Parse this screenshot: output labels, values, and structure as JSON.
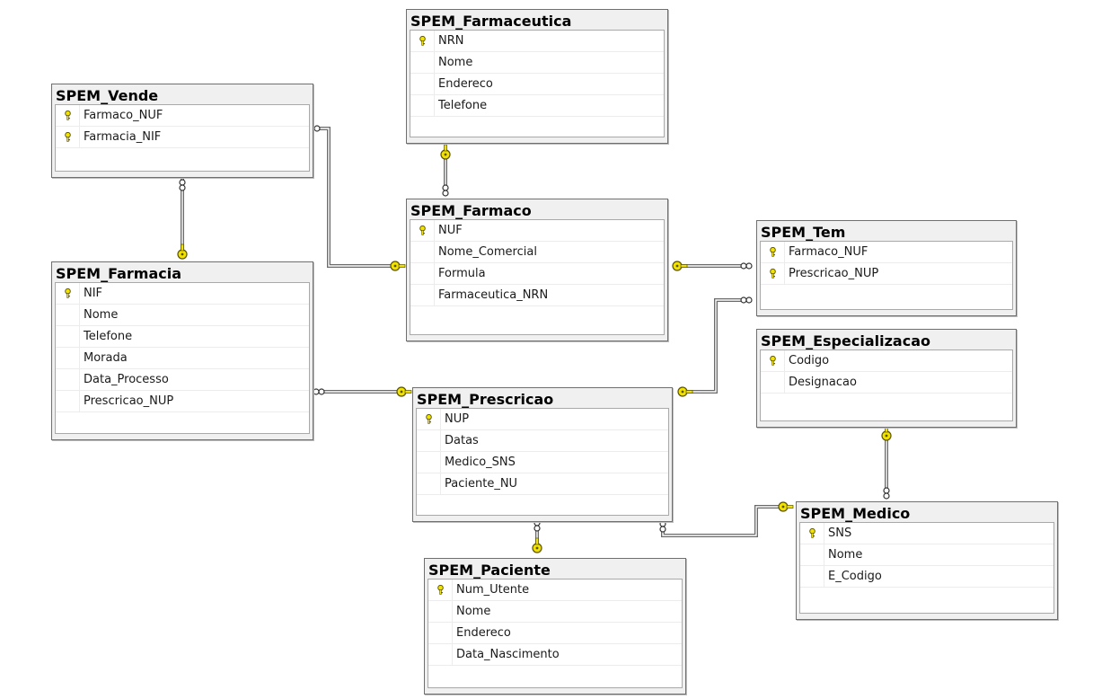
{
  "tables": [
    {
      "id": "farmaceutica",
      "title": "SPEM_Farmaceutica",
      "columns": [
        {
          "name": "NRN",
          "pk": true
        },
        {
          "name": "Nome",
          "pk": false
        },
        {
          "name": "Endereco",
          "pk": false
        },
        {
          "name": "Telefone",
          "pk": false
        }
      ]
    },
    {
      "id": "vende",
      "title": "SPEM_Vende",
      "columns": [
        {
          "name": "Farmaco_NUF",
          "pk": true
        },
        {
          "name": "Farmacia_NIF",
          "pk": true
        }
      ]
    },
    {
      "id": "farmaco",
      "title": "SPEM_Farmaco",
      "columns": [
        {
          "name": "NUF",
          "pk": true
        },
        {
          "name": "Nome_Comercial",
          "pk": false
        },
        {
          "name": "Formula",
          "pk": false
        },
        {
          "name": "Farmaceutica_NRN",
          "pk": false
        }
      ]
    },
    {
      "id": "tem",
      "title": "SPEM_Tem",
      "columns": [
        {
          "name": "Farmaco_NUF",
          "pk": true
        },
        {
          "name": "Prescricao_NUP",
          "pk": true
        }
      ]
    },
    {
      "id": "farmacia",
      "title": "SPEM_Farmacia",
      "columns": [
        {
          "name": "NIF",
          "pk": true
        },
        {
          "name": "Nome",
          "pk": false
        },
        {
          "name": "Telefone",
          "pk": false
        },
        {
          "name": "Morada",
          "pk": false
        },
        {
          "name": "Data_Processo",
          "pk": false
        },
        {
          "name": "Prescricao_NUP",
          "pk": false
        }
      ]
    },
    {
      "id": "especializacao",
      "title": "SPEM_Especializacao",
      "columns": [
        {
          "name": "Codigo",
          "pk": true
        },
        {
          "name": "Designacao",
          "pk": false
        }
      ]
    },
    {
      "id": "prescricao",
      "title": "SPEM_Prescricao",
      "columns": [
        {
          "name": "NUP",
          "pk": true
        },
        {
          "name": "Datas",
          "pk": false
        },
        {
          "name": "Medico_SNS",
          "pk": false
        },
        {
          "name": "Paciente_NU",
          "pk": false
        }
      ]
    },
    {
      "id": "medico",
      "title": "SPEM_Medico",
      "columns": [
        {
          "name": "SNS",
          "pk": true
        },
        {
          "name": "Nome",
          "pk": false
        },
        {
          "name": "E_Codigo",
          "pk": false
        }
      ]
    },
    {
      "id": "paciente",
      "title": "SPEM_Paciente",
      "columns": [
        {
          "name": "Num_Utente",
          "pk": true
        },
        {
          "name": "Nome",
          "pk": false
        },
        {
          "name": "Endereco",
          "pk": false
        },
        {
          "name": "Data_Nascimento",
          "pk": false
        }
      ]
    }
  ],
  "relationships": [
    {
      "from": "vende",
      "to": "farmaco",
      "many_end": "vende",
      "one_end": "farmaco"
    },
    {
      "from": "vende",
      "to": "farmacia",
      "many_end": "vende",
      "one_end": "farmacia"
    },
    {
      "from": "farmaco",
      "to": "farmaceutica",
      "many_end": "farmaco",
      "one_end": "farmaceutica"
    },
    {
      "from": "tem",
      "to": "farmaco",
      "many_end": "tem",
      "one_end": "farmaco"
    },
    {
      "from": "tem",
      "to": "prescricao",
      "many_end": "tem",
      "one_end": "prescricao"
    },
    {
      "from": "farmacia",
      "to": "prescricao",
      "many_end": "farmacia",
      "one_end": "prescricao"
    },
    {
      "from": "prescricao",
      "to": "paciente",
      "many_end": "prescricao",
      "one_end": "paciente"
    },
    {
      "from": "prescricao",
      "to": "medico",
      "many_end": "prescricao",
      "one_end": "medico"
    },
    {
      "from": "medico",
      "to": "especializacao",
      "many_end": "medico",
      "one_end": "especializacao"
    }
  ],
  "colors": {
    "key": "#f2e200",
    "key_outline": "#5a5200",
    "line": "#6a6a6a",
    "title_bar": "#f0f0f0"
  }
}
